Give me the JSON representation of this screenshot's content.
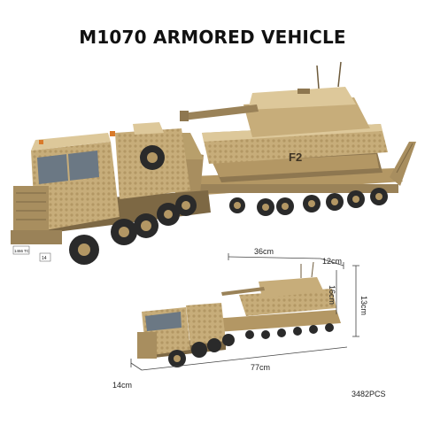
{
  "title": "M1070 ARMORED VEHICLE",
  "product_image": {
    "subject": "tan brick-built heavy truck with trailer carrying a tank",
    "turret_marking": "F2",
    "plate_left": "1466 TC",
    "plate_right": "14"
  },
  "dimensions": {
    "length": "77cm",
    "width": "14cm",
    "truck_top_length": "36cm",
    "tank_length": "12cm",
    "tank_height": "16cm",
    "total_height": "13cm"
  },
  "piece_count": "3482PCS",
  "colors": {
    "tan": "#c7ad7a",
    "tan_dark": "#9a8258",
    "tan_light": "#ddc89a",
    "tire": "#2a2a2a",
    "window": "#6b7884"
  }
}
